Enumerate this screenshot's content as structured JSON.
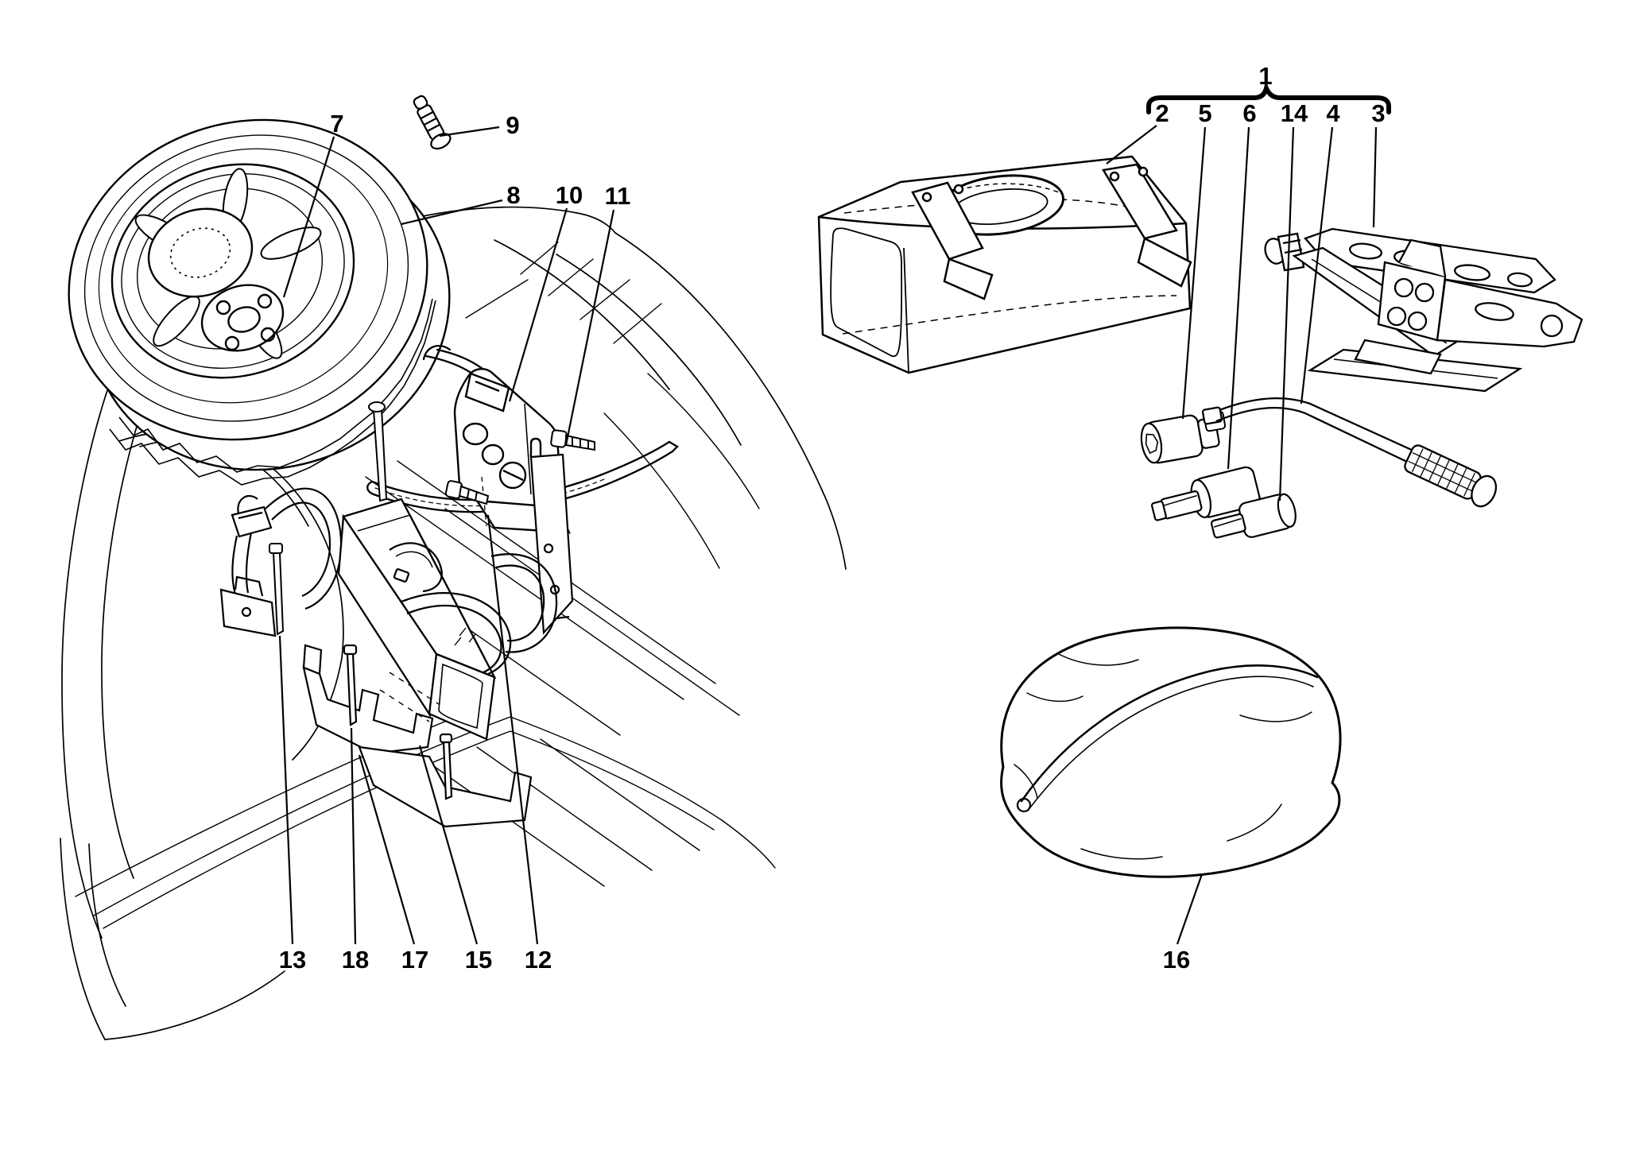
{
  "figure": {
    "kind": "exploded-parts-diagram",
    "subject": "spare-wheel-and-tool-kit-compartment",
    "background_color": "#ffffff",
    "line_color": "#000000"
  },
  "kit_group": {
    "label": "1",
    "members": [
      "2",
      "5",
      "6",
      "14",
      "4",
      "3"
    ]
  },
  "callouts": {
    "1": {
      "label": "1",
      "points_to": "tool-kit-group-bracket"
    },
    "2": {
      "label": "2",
      "points_to": "tool-bag"
    },
    "3": {
      "label": "3",
      "points_to": "scissor-jack"
    },
    "4": {
      "label": "4",
      "points_to": "wheel-wrench"
    },
    "5": {
      "label": "5",
      "points_to": "socket"
    },
    "6": {
      "label": "6",
      "points_to": "socket-adapter"
    },
    "7": {
      "label": "7",
      "points_to": "wheel-rim"
    },
    "8": {
      "label": "8",
      "points_to": "spare-tire"
    },
    "9": {
      "label": "9",
      "points_to": "tire-valve"
    },
    "10": {
      "label": "10",
      "points_to": "retaining-strap"
    },
    "11": {
      "label": "11",
      "points_to": "support-strip"
    },
    "12": {
      "label": "12",
      "points_to": "fixing-screw"
    },
    "13": {
      "label": "13",
      "points_to": "strap-anchor-bolt"
    },
    "14": {
      "label": "14",
      "points_to": "small-socket-adapter"
    },
    "15": {
      "label": "15",
      "points_to": "support-bracket"
    },
    "16": {
      "label": "16",
      "points_to": "wheel-cover-bag"
    },
    "17": {
      "label": "17",
      "points_to": "bracket-bolt"
    },
    "18": {
      "label": "18",
      "points_to": "long-fixing-bolt"
    }
  }
}
